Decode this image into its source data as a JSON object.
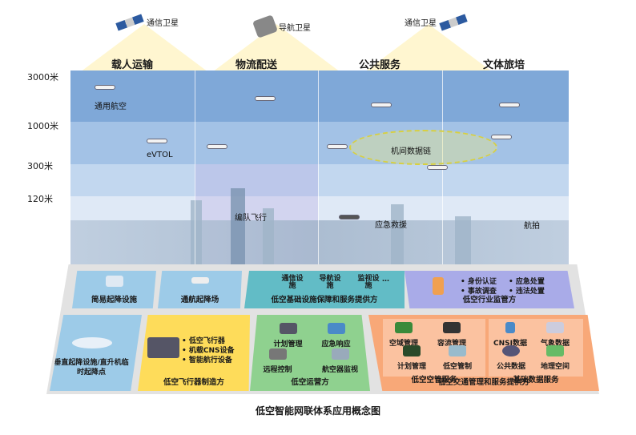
{
  "satellites": [
    {
      "label": "通信卫星"
    },
    {
      "label": "导航卫星"
    },
    {
      "label": "通信卫星"
    }
  ],
  "columns": [
    "载人运输",
    "物流配送",
    "公共服务",
    "文体旅培"
  ],
  "altitudes": [
    "3000米",
    "1000米",
    "300米",
    "120米"
  ],
  "sky_labels": {
    "general_aviation": "通用航空",
    "evtol": "eVTOL",
    "formation": "编队飞行",
    "datalink": "机间数据链",
    "rescue": "应急救援",
    "aerial_photo": "航拍"
  },
  "row1": {
    "simple": "简易起降设施",
    "airfield": "通航起降场",
    "infra": {
      "title": "低空基础设施保障和服务提供方",
      "items": [
        "通信设施",
        "导航设施",
        "监视设施"
      ],
      "more": "…"
    },
    "regulator": {
      "title": "低空行业监管方",
      "items": [
        "身份认证",
        "应急处置",
        "事故调查",
        "违法处置"
      ]
    }
  },
  "row2": {
    "vertiport": "垂直起降设施/直升机临时起降点",
    "maker": {
      "title": "低空飞行器制造方",
      "items": [
        "低空飞行器",
        "机载CNS设备",
        "智能航行设备"
      ]
    },
    "operator": {
      "title": "低空运营方",
      "items": [
        "计划管理",
        "应急响应",
        "远程控制",
        "航空器监视"
      ]
    },
    "traffic": {
      "title": "低空交通管理和服务提供方",
      "atm": {
        "title": "低空空管服务",
        "items": [
          "空域管理",
          "容流管理",
          "计划管理",
          "低空管制"
        ]
      },
      "data": {
        "title": "基础数据服务",
        "items": [
          "CNSI数据",
          "气象数据",
          "公共数据",
          "地理空间"
        ]
      }
    }
  },
  "caption": "低空智能网联体系应用概念图"
}
